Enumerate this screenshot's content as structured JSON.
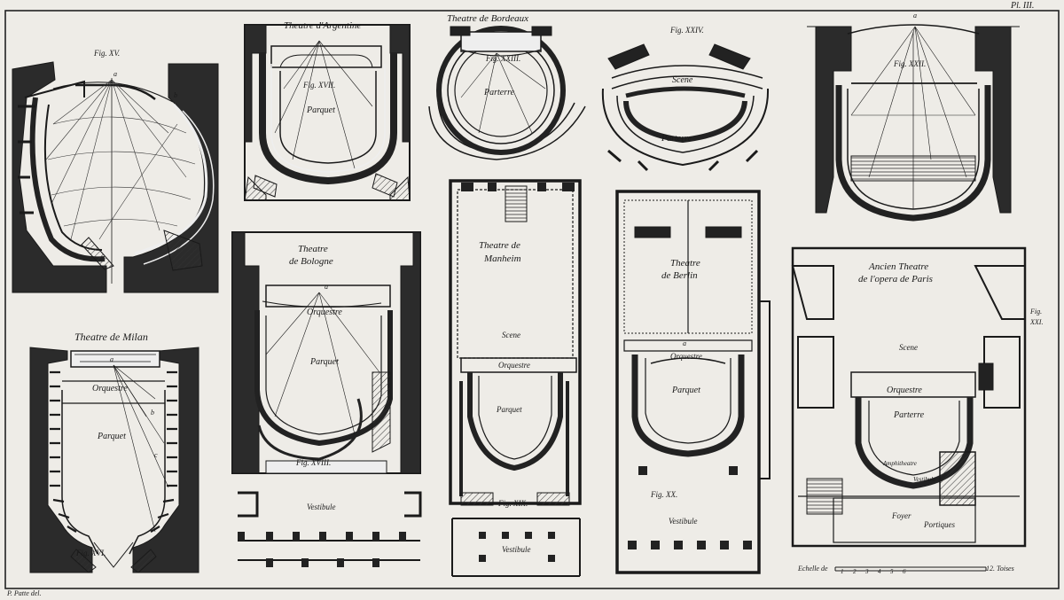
{
  "plate": {
    "plate_number": "Pl. III.",
    "credit": "P. Patte del.",
    "scale_label": "Echelle de",
    "scale_numbers": [
      "1",
      "2",
      "3",
      "4",
      "5",
      "6"
    ],
    "scale_unit": "12. Toises"
  },
  "theatres": {
    "fig15": {
      "fig": "Fig. XV.",
      "marks": [
        "a",
        "b"
      ]
    },
    "milan": {
      "title": "Theatre de Milan",
      "fig": "Fig. XVI.",
      "orchestra": "Orquestre",
      "parterre": "Parquet",
      "marks": [
        "a",
        "b",
        "c"
      ]
    },
    "argentine": {
      "title": "Theatre d'Argentine",
      "fig": "Fig. XVII.",
      "parterre": "Parquet"
    },
    "bologne": {
      "title_line1": "Theatre",
      "title_line2": "de Bologne",
      "fig": "Fig. XVIII.",
      "orchestra": "Orquestre",
      "parterre": "Parquet",
      "vestibule": "Vestibule",
      "mark": "a"
    },
    "bordeaux": {
      "title": "Theatre de Bordeaux",
      "fig": "Fig. XXIII.",
      "parterre": "Parterre"
    },
    "manheim": {
      "title_line1": "Theatre de",
      "title_line2": "Manheim",
      "scene": "Scene",
      "orchestra": "Orquestre",
      "parterre": "Parquet",
      "fig": "Fig. XIX.",
      "vestibule": "Vestibule"
    },
    "berlin": {
      "title_line1": "Theatre",
      "title_line2": "de Berlin",
      "orchestra": "Orquestre",
      "parterre": "Parquet",
      "fig": "Fig. XX.",
      "vestibule": "Vestibule",
      "mark": "a"
    },
    "fig24": {
      "fig": "Fig. XXIV.",
      "scene": "Scene",
      "parterre": "Parterre"
    },
    "fig22": {
      "fig": "Fig. XXII.",
      "mark": "a"
    },
    "paris": {
      "title_line1": "Ancien Theatre",
      "title_line2": "de l'opera de Paris",
      "fig_line1": "Fig.",
      "fig_line2": "XXI.",
      "scene": "Scene",
      "orchestra": "Orquestre",
      "parterre": "Parterre",
      "amphitheatre": "Amphitheatre",
      "vestibule": "Vestibule",
      "foyer": "Foyer",
      "portiques": "Portiques"
    }
  }
}
